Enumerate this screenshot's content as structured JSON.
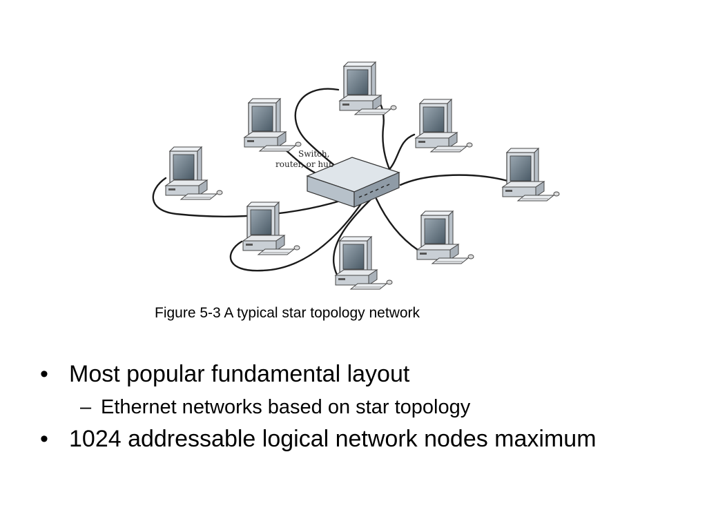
{
  "figure": {
    "hub_label_lines": [
      "Switch,",
      "router, or hub"
    ],
    "caption": "Figure 5-3 A typical star topology network"
  },
  "bullets": [
    {
      "text": "Most popular fundamental layout",
      "sub": [
        "Ethernet networks based on star topology"
      ]
    },
    {
      "text": "1024 addressable logical network nodes maximum",
      "sub": []
    }
  ],
  "symbols": {
    "bullet": "•",
    "dash": "–"
  }
}
